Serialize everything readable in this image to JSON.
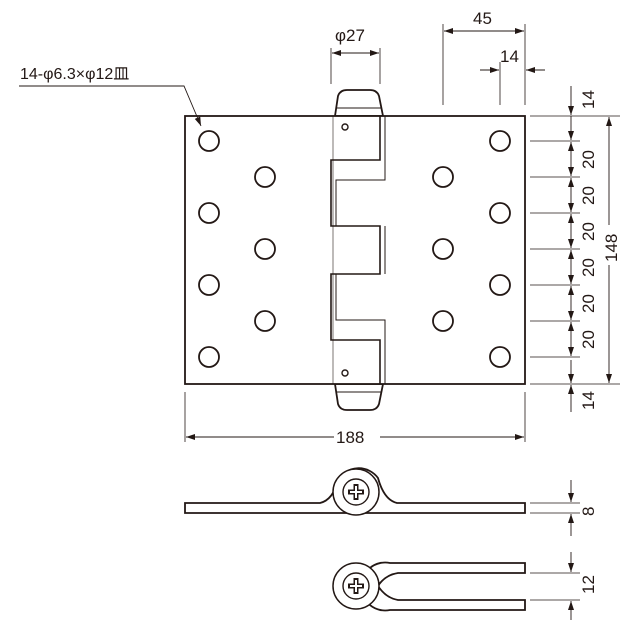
{
  "note": {
    "hole_spec": "14-φ6.3×φ12皿"
  },
  "dimensions": {
    "knuckle_diameter": "φ27",
    "overall_width": "188",
    "offset_45": "45",
    "offset_14": "14",
    "overall_height": "148",
    "pitch_top": "14",
    "pitch_1": "20",
    "pitch_2": "20",
    "pitch_3": "20",
    "pitch_4": "20",
    "pitch_5": "20",
    "pitch_6": "20",
    "pitch_bottom": "14",
    "open_thickness": "8",
    "closed_thickness": "12"
  }
}
